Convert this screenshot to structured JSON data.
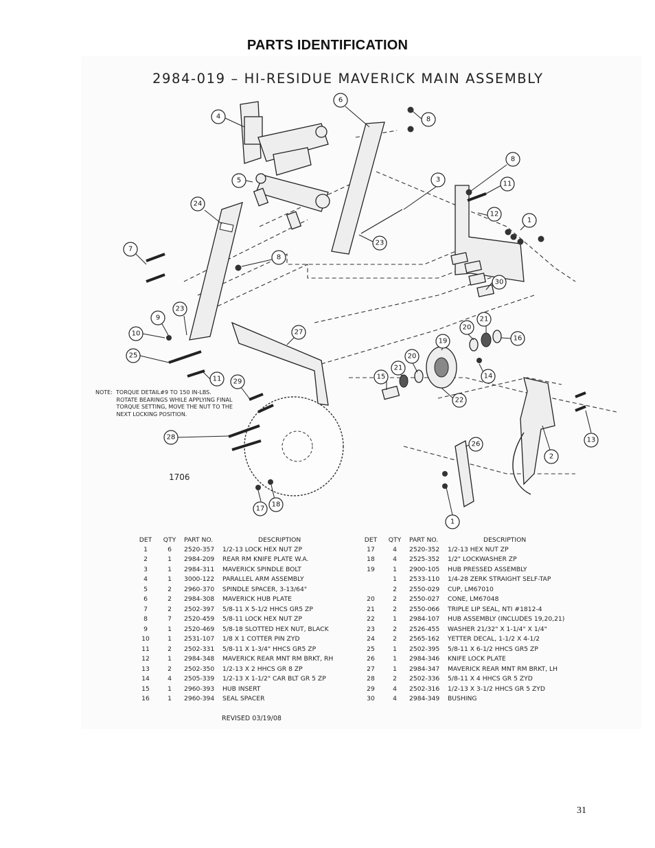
{
  "header": {
    "title": "PARTS IDENTIFICATION"
  },
  "diagram": {
    "title": "2984-019 – HI-RESIDUE MAVERICK MAIN ASSEMBLY",
    "note": "NOTE:  TORQUE DETAIL#9 TO 150 IN-LBS.\n            ROTATE BEARINGS WHILE APPLYING FINAL\n            TORQUE SETTING, MOVE THE NUT TO THE\n            NEXT LOCKING POSITION.",
    "drawing_number": "1706",
    "callouts": [
      "1",
      "2",
      "3",
      "4",
      "5",
      "6",
      "7",
      "8",
      "9",
      "10",
      "11",
      "12",
      "13",
      "14",
      "15",
      "16",
      "17",
      "18",
      "19",
      "20",
      "21",
      "22",
      "23",
      "24",
      "25",
      "26",
      "27",
      "28",
      "29",
      "30"
    ]
  },
  "table": {
    "headers": {
      "det": "DET",
      "qty": "QTY",
      "part": "PART NO.",
      "desc": "DESCRIPTION"
    },
    "left": [
      {
        "det": "1",
        "qty": "6",
        "part": "2520-357",
        "desc": "1/2-13 LOCK HEX NUT ZP"
      },
      {
        "det": "2",
        "qty": "1",
        "part": "2984-209",
        "desc": "REAR RM KNIFE PLATE W.A."
      },
      {
        "det": "3",
        "qty": "1",
        "part": "2984-311",
        "desc": "MAVERICK SPINDLE BOLT"
      },
      {
        "det": "4",
        "qty": "1",
        "part": "3000-122",
        "desc": "PARALLEL ARM ASSEMBLY"
      },
      {
        "det": "5",
        "qty": "2",
        "part": "2960-370",
        "desc": "SPINDLE SPACER, 3-13/64\""
      },
      {
        "det": "6",
        "qty": "2",
        "part": "2984-308",
        "desc": "MAVERICK HUB PLATE"
      },
      {
        "det": "7",
        "qty": "2",
        "part": "2502-397",
        "desc": "5/8-11 X 5-1/2 HHCS GR5 ZP"
      },
      {
        "det": "8",
        "qty": "7",
        "part": "2520-459",
        "desc": "5/8-11 LOCK HEX NUT ZP"
      },
      {
        "det": "9",
        "qty": "1",
        "part": "2520-469",
        "desc": "5/8-18 SLOTTED HEX NUT, BLACK"
      },
      {
        "det": "10",
        "qty": "1",
        "part": "2531-107",
        "desc": "1/8 X 1 COTTER PIN ZYD"
      },
      {
        "det": "11",
        "qty": "2",
        "part": "2502-331",
        "desc": "5/8-11 X 1-3/4\" HHCS GR5 ZP"
      },
      {
        "det": "12",
        "qty": "1",
        "part": "2984-348",
        "desc": "MAVERICK REAR MNT RM BRKT, RH"
      },
      {
        "det": "13",
        "qty": "2",
        "part": "2502-350",
        "desc": "1/2-13 X 2 HHCS GR 8 ZP"
      },
      {
        "det": "14",
        "qty": "4",
        "part": "2505-339",
        "desc": "1/2-13 X 1-1/2\" CAR BLT GR 5 ZP"
      },
      {
        "det": "15",
        "qty": "1",
        "part": "2960-393",
        "desc": "HUB INSERT"
      },
      {
        "det": "16",
        "qty": "1",
        "part": "2960-394",
        "desc": "SEAL SPACER"
      }
    ],
    "right": [
      {
        "det": "17",
        "qty": "4",
        "part": "2520-352",
        "desc": "1/2-13 HEX NUT ZP"
      },
      {
        "det": "18",
        "qty": "4",
        "part": "2525-352",
        "desc": "1/2\" LOCKWASHER ZP"
      },
      {
        "det": "19",
        "qty": "1",
        "part": "2900-105",
        "desc": "HUB PRESSED ASSEMBLY"
      },
      {
        "det": "",
        "qty": "1",
        "part": "2533-110",
        "desc": "1/4-28 ZERK STRAIGHT SELF-TAP"
      },
      {
        "det": "",
        "qty": "2",
        "part": "2550-029",
        "desc": "CUP, LM67010"
      },
      {
        "det": "20",
        "qty": "2",
        "part": "2550-027",
        "desc": "CONE, LM67048"
      },
      {
        "det": "21",
        "qty": "2",
        "part": "2550-066",
        "desc": "TRIPLE LIP SEAL, NTI #1812-4"
      },
      {
        "det": "22",
        "qty": "1",
        "part": "2984-107",
        "desc": "HUB ASSEMBLY (INCLUDES 19,20,21)"
      },
      {
        "det": "23",
        "qty": "2",
        "part": "2526-455",
        "desc": "WASHER 21/32\" X 1-1/4\" X 1/4\""
      },
      {
        "det": "24",
        "qty": "2",
        "part": "2565-162",
        "desc": "YETTER DECAL, 1-1/2 X 4-1/2"
      },
      {
        "det": "25",
        "qty": "1",
        "part": "2502-395",
        "desc": "5/8-11 X 6-1/2 HHCS GR5 ZP"
      },
      {
        "det": "26",
        "qty": "1",
        "part": "2984-346",
        "desc": "KNIFE LOCK PLATE"
      },
      {
        "det": "27",
        "qty": "1",
        "part": "2984-347",
        "desc": "MAVERICK REAR MNT RM BRKT, LH"
      },
      {
        "det": "28",
        "qty": "2",
        "part": "2502-336",
        "desc": "5/8-11 X 4 HHCS GR 5 ZYD"
      },
      {
        "det": "29",
        "qty": "4",
        "part": "2502-316",
        "desc": "1/2-13 X 3-1/2 HHCS GR 5 ZYD"
      },
      {
        "det": "30",
        "qty": "4",
        "part": "2984-349",
        "desc": "BUSHING"
      }
    ]
  },
  "footer": {
    "revised": "REVISED 03/19/08",
    "page_number": "31"
  }
}
